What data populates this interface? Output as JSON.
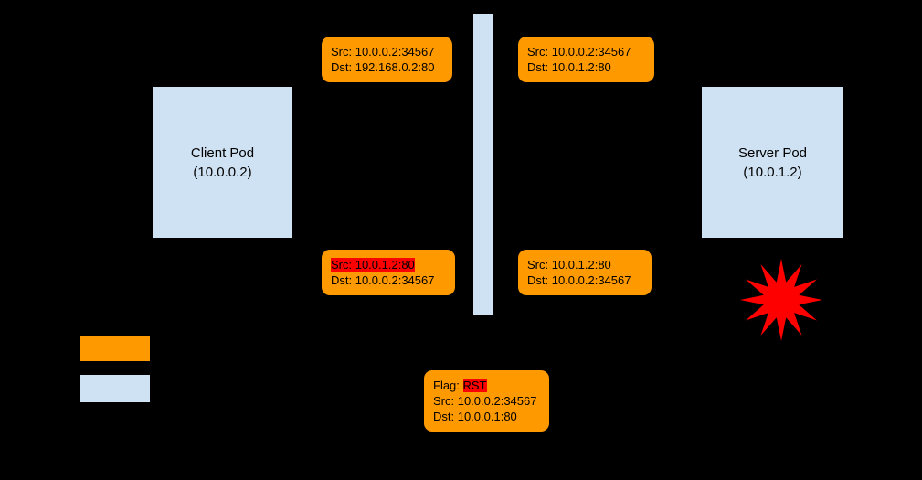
{
  "colors": {
    "background": "#000000",
    "pod_fill": "#cfe2f3",
    "packet_fill": "#ff9900",
    "highlight_fill": "#ff0000",
    "explosion_fill": "#ff0000",
    "text": "#000000"
  },
  "pods": {
    "client": {
      "title": "Client Pod",
      "ip": "(10.0.0.2)"
    },
    "server": {
      "title": "Server Pod",
      "ip": "(10.0.1.2)"
    }
  },
  "packets": {
    "request_client_side": {
      "src": "Src: 10.0.0.2:34567",
      "dst": "Dst: 192.168.0.2:80"
    },
    "request_server_side": {
      "src": "Src: 10.0.0.2:34567",
      "dst": "Dst: 10.0.1.2:80"
    },
    "reply_client_side": {
      "src": "Src: 10.0.1.2:80",
      "dst": "Dst: 10.0.0.2:34567"
    },
    "reply_server_side": {
      "src": "Src: 10.0.1.2:80",
      "dst": "Dst: 10.0.0.2:34567"
    },
    "rst": {
      "flag_label": "Flag: ",
      "flag_value": "RST",
      "src": "Src: 10.0.0.2:34567",
      "dst": "Dst: 10.0.0.1:80"
    }
  }
}
